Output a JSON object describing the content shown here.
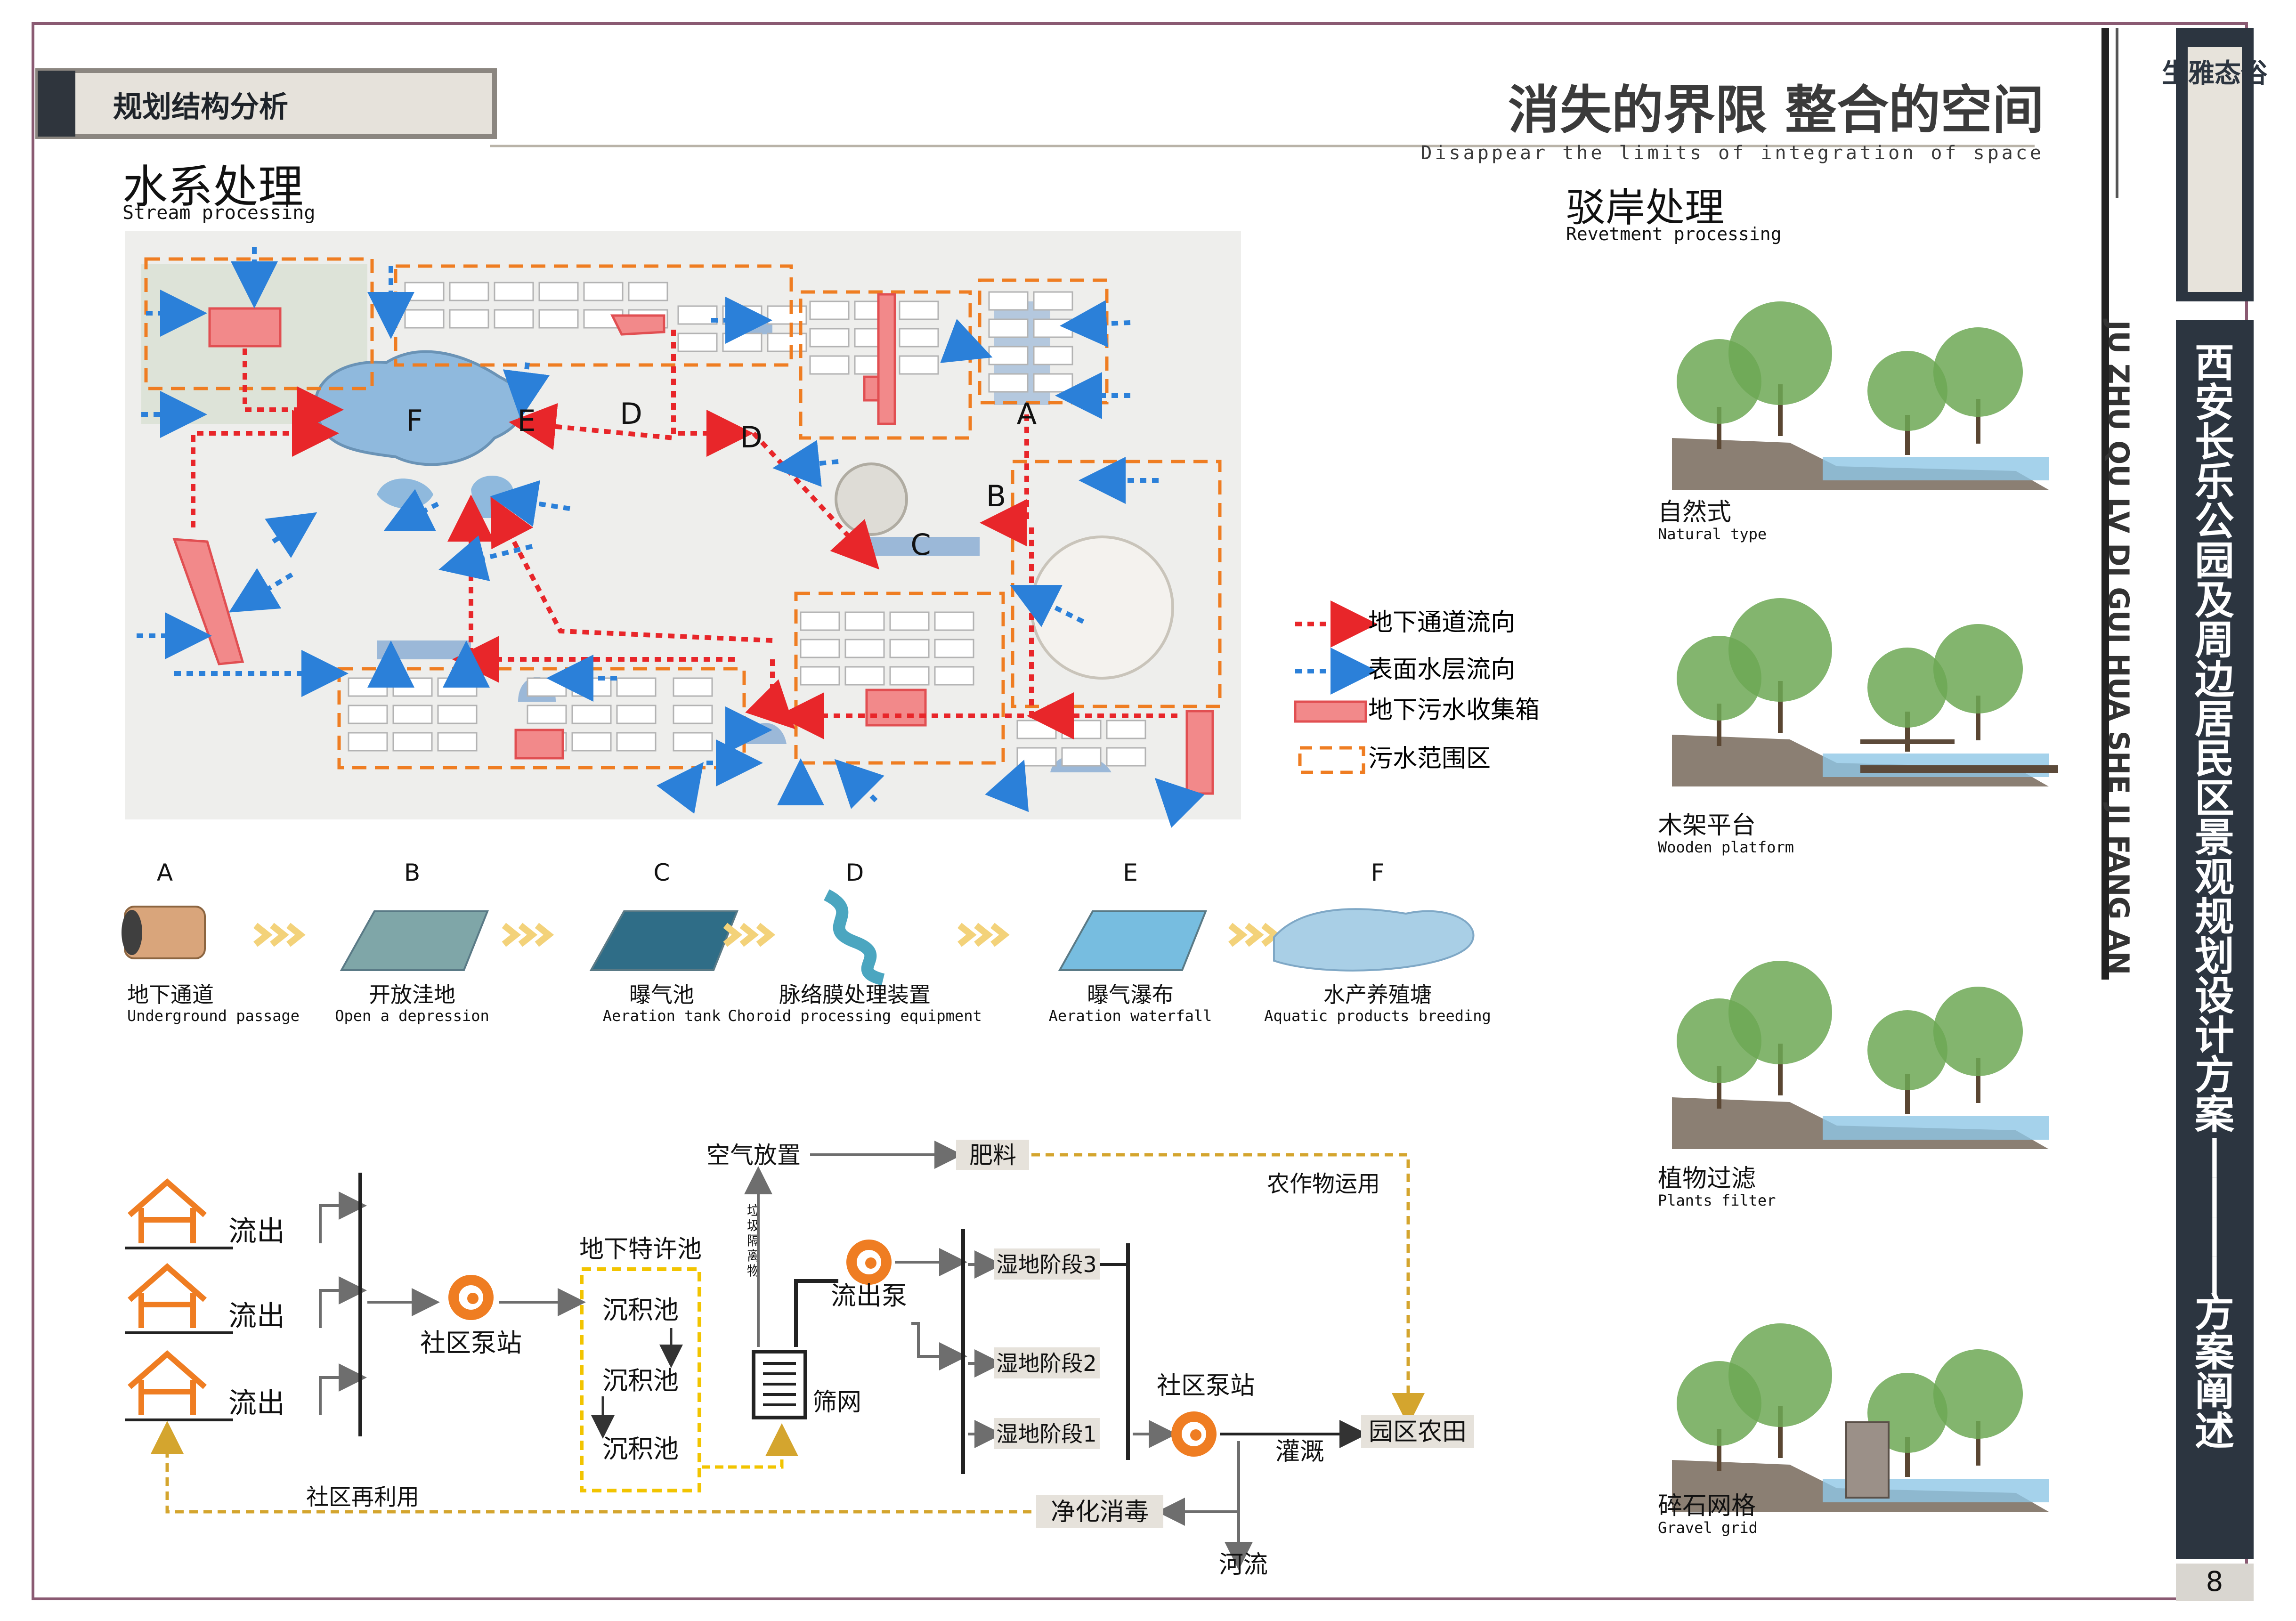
{
  "header": {
    "section_tag": "规划结构分析",
    "main_title": "消失的界限 整合的空间",
    "main_subtitle": "Disappear the limits of integration of space",
    "logo_text": "生雅态俗"
  },
  "side_panel": {
    "vertical_title": "西安长乐公园及周边居民区景观规划设计方案----方案阐述",
    "pinyin": "JU ZHU QU LV DI GUI HUA SHE JI FANG AN",
    "page_number": "8"
  },
  "water": {
    "title": "水系处理",
    "subtitle": "Stream processing",
    "map_letters": [
      "A",
      "B",
      "C",
      "D",
      "D",
      "E",
      "F"
    ],
    "legend": [
      {
        "label": "地下通道流向",
        "color": "#e8262a"
      },
      {
        "label": "表面水层流向",
        "color": "#2b80d9"
      },
      {
        "label": "地下污水收集箱",
        "color": "#f2898a"
      },
      {
        "label": "污水范围区",
        "color": "#ef7d22"
      }
    ]
  },
  "process_steps": [
    {
      "letter": "A",
      "cn": "地下通道",
      "en": "Underground passage"
    },
    {
      "letter": "B",
      "cn": "开放洼地",
      "en": "Open a depression"
    },
    {
      "letter": "C",
      "cn": "曝气池",
      "en": "Aeration tank"
    },
    {
      "letter": "D",
      "cn": "脉络膜处理装置",
      "en": "Choroid processing equipment"
    },
    {
      "letter": "E",
      "cn": "曝气瀑布",
      "en": "Aeration waterfall"
    },
    {
      "letter": "F",
      "cn": "水产养殖塘",
      "en": "Aquatic products breeding"
    }
  ],
  "revetment": {
    "title": "驳岸处理",
    "subtitle": "Revetment processing",
    "types": [
      {
        "cn": "自然式",
        "en": "Natural type"
      },
      {
        "cn": "木架平台",
        "en": "Wooden platform"
      },
      {
        "cn": "植物过滤",
        "en": "Plants filter"
      },
      {
        "cn": "碎石网格",
        "en": "Gravel grid"
      }
    ]
  },
  "flow": {
    "outflow": [
      "流出",
      "流出",
      "流出"
    ],
    "pump_station_1": "社区泵站",
    "underground_tank_title": "地下特许池",
    "sediment": [
      "沉积池",
      "沉积池",
      "沉积池"
    ],
    "screen_side_label": "垃圾隔离物",
    "screen": "筛网",
    "outflow_pump": "流出泵",
    "air_release": "空气放置",
    "fertilizer": "肥料",
    "crop_use": "农作物运用",
    "wetland": [
      "湿地阶段3",
      "湿地阶段2",
      "湿地阶段1"
    ],
    "pump_station_2": "社区泵站",
    "irrigation": "灌溉",
    "farmland": "园区农田",
    "purify": "净化消毒",
    "river": "河流",
    "reuse": "社区再利用"
  },
  "colors": {
    "orange": "#ef7d22",
    "red_dot": "#e8262a",
    "blue_dot": "#2b80d9",
    "pink_box": "#f2898a",
    "gold_dash": "#d4a52e",
    "dark_panel": "#2c3540"
  }
}
